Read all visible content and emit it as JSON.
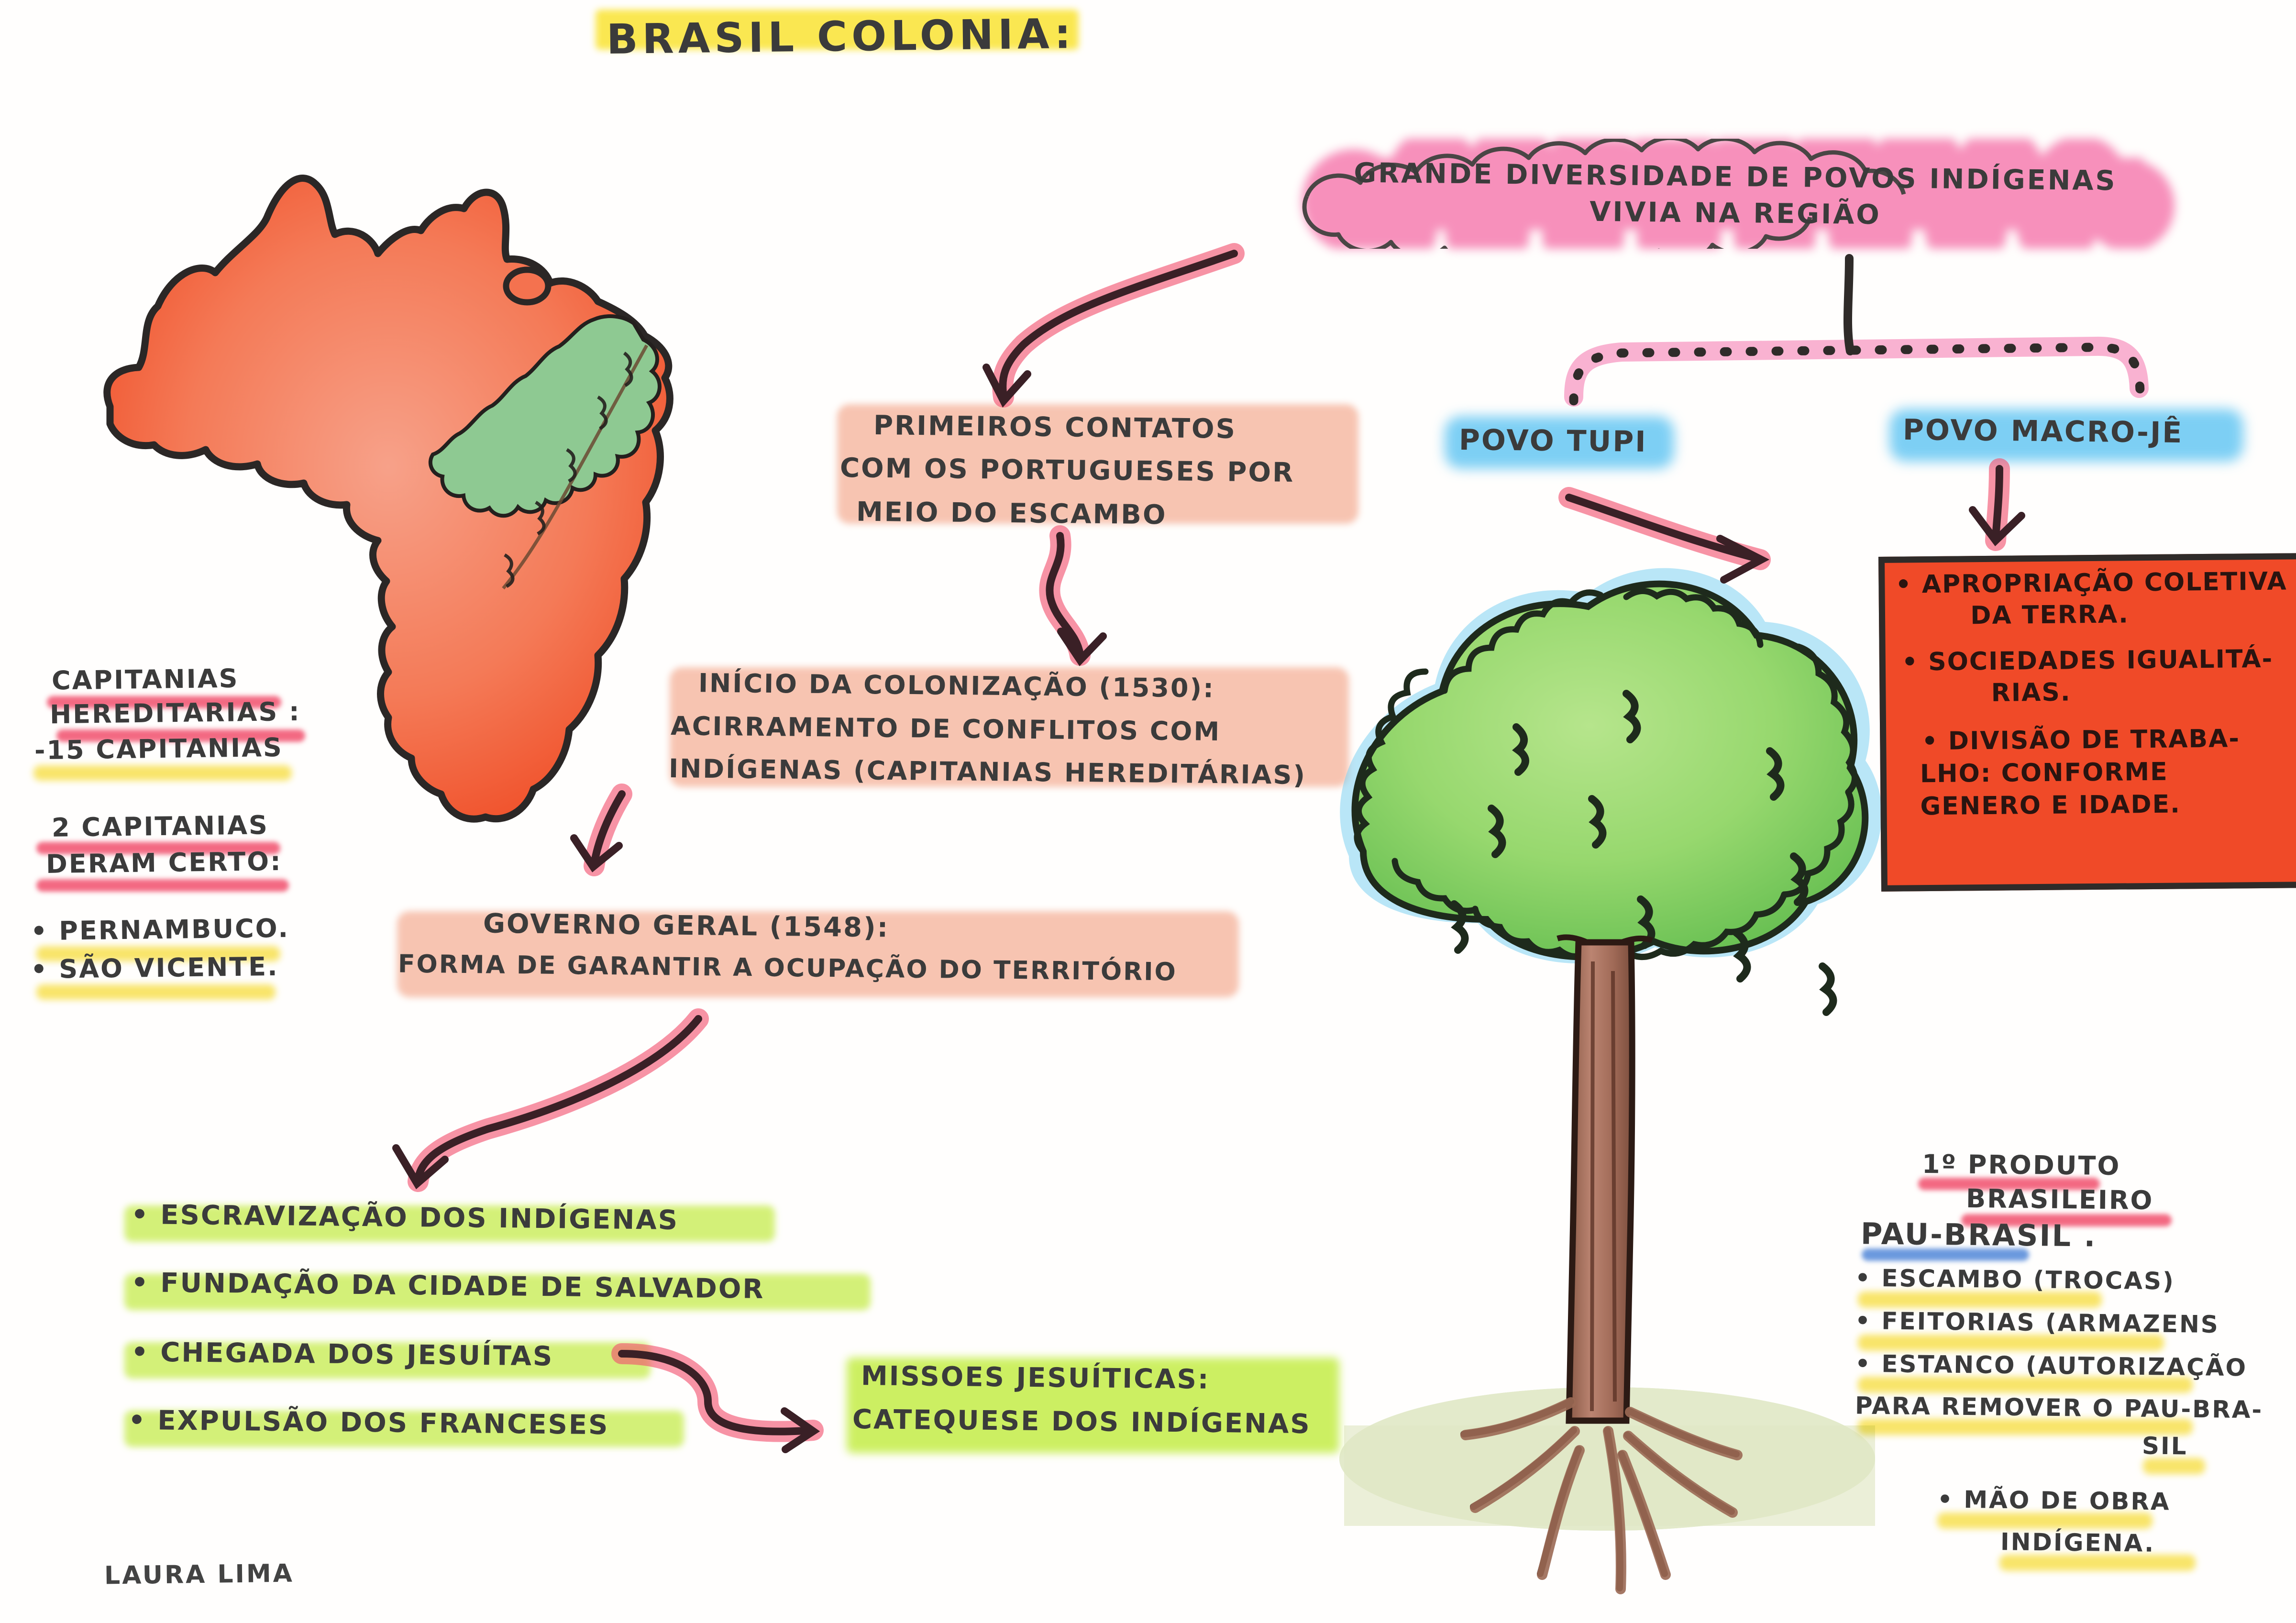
{
  "title": {
    "text": "Brasil Colonia:"
  },
  "signature": {
    "text": "Laura Lima"
  },
  "colors": {
    "ink": "#3b3b3b",
    "yellow_highlight": "#fae63e",
    "salmon_highlight": "#f6bba6",
    "pink_underline": "#f25c78",
    "blue_underline": "#5b8fdd",
    "lime_highlight": "#caf05a",
    "blue_highlight": "#66c8f5",
    "pink_cloud": "#f791bd",
    "orange_box": "#f04a28",
    "map_red": "#f4623c",
    "forest_green": "#86c98a",
    "tree_green": "#8ed36a",
    "trunk_brown": "#a9705c",
    "ground_green": "#cdd9a8",
    "arrow_ink": "#3a2026",
    "arrow_glow": "#f2506f"
  },
  "map": {
    "name": "brazil-map",
    "label": "Mapa do Brasil com Mata Atlantica no litoral leste"
  },
  "tree": {
    "name": "pau-brasil-tree",
    "label": "Arvore pau-brasil com raizes"
  },
  "nodes": {
    "cloud": {
      "lines": [
        "Grande Diversidade de Povos Indígenas",
        "vivia na Região"
      ],
      "style": "pink-cloud"
    },
    "primeiros_contatos": {
      "lines": [
        "Primeiros contatos",
        "com os portugueses por",
        "meio do escambo"
      ],
      "style": "salmon-highlight"
    },
    "inicio_colonizacao": {
      "lines": [
        "Início da colonização (1530):",
        "Acirramento de conflitos com",
        "indígenas (capitanias hereditárias)"
      ],
      "style": "salmon-highlight"
    },
    "governo_geral": {
      "lines": [
        "Governo Geral (1548):",
        "Forma de garantir a ocupação do território"
      ],
      "style": "salmon-highlight"
    },
    "povo_tupi": {
      "label": "Povo Tupi",
      "style": "blue-highlight"
    },
    "povo_macro_je": {
      "label": "Povo Macro-Jê",
      "style": "blue-highlight"
    },
    "missoes": {
      "lines": [
        "Missoes Jesuíticas:",
        "Catequese dos indígenas"
      ],
      "style": "lime-box"
    }
  },
  "capitanias_block": {
    "heading_lines": [
      "Capitanias",
      "Hereditarias :"
    ],
    "count_line": "-15 capitanias",
    "subheading_lines": [
      "2 Capitanias",
      "deram certo:"
    ],
    "items": [
      "• Pernambuco.",
      "• São Vicente."
    ]
  },
  "governo_outcomes": {
    "items": [
      "• Escravização dos indígenas",
      "• Fundação da cidade de Salvador",
      "• Chegada dos jesuítas",
      "• Expulsão dos franceses"
    ]
  },
  "orange_box": {
    "items": [
      "• Apropriação coletiva",
      "   da terra.",
      "• Sociedades igualitá-",
      "   rias.",
      "  • Divisão de traba-",
      "lho: conforme",
      "genero e idade."
    ]
  },
  "pau_brasil_block": {
    "heading_lines": [
      "1º Produto",
      "brasileiro"
    ],
    "product": "Pau-Brasil .",
    "items": [
      "• Escambo (trocas)",
      "• Feitorias (armazens",
      "• Estanco (autorização",
      "para remover o pau-bra-",
      "sil",
      "• Mão de obra",
      "indígena."
    ]
  },
  "connectors": [
    {
      "name": "arrow-cloud-to-primeiros-contatos",
      "from": "cloud",
      "to": "primeiros_contatos",
      "kind": "curved-arrow"
    },
    {
      "name": "arrow-primeiros-to-inicio",
      "from": "primeiros_contatos",
      "to": "inicio_colonizacao",
      "kind": "squiggle-arrow"
    },
    {
      "name": "arrow-inicio-to-governo",
      "from": "inicio_colonizacao",
      "to": "governo_geral",
      "kind": "short-arrow"
    },
    {
      "name": "arrow-governo-to-outcomes",
      "from": "governo_geral",
      "to": "governo_outcomes",
      "kind": "curved-arrow"
    },
    {
      "name": "arrow-jesuitas-to-missoes",
      "from": "governo_outcomes",
      "to": "missoes",
      "kind": "wavy-arrow"
    },
    {
      "name": "dotted-bracket-cloud-to-povos",
      "from": "cloud",
      "to": [
        "povo_tupi",
        "povo_macro_je"
      ],
      "kind": "dotted-bracket"
    },
    {
      "name": "arrow-tupi-to-tree",
      "from": "povo_tupi",
      "to": "tree",
      "kind": "straight-arrow"
    },
    {
      "name": "arrow-macroje-to-orange-box",
      "from": "povo_macro_je",
      "to": "orange_box",
      "kind": "short-arrow"
    }
  ]
}
